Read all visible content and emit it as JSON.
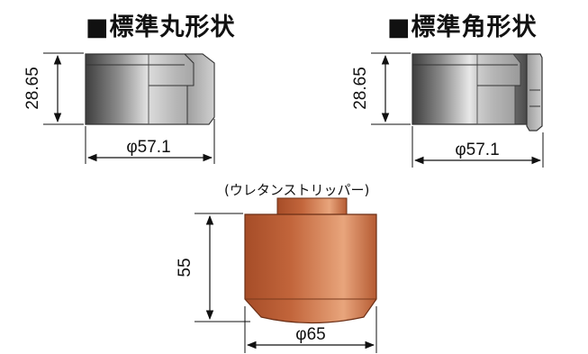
{
  "titles": {
    "standard_round": "■標準丸形状",
    "standard_square": "■標準角形状"
  },
  "round_die": {
    "height_label": "28.65",
    "diameter_label": "φ57.1"
  },
  "square_die": {
    "height_label": "28.65",
    "diameter_label": "φ57.1"
  },
  "urethane_stripper": {
    "label": "(ウレタンストリッパー)",
    "height_label": "55",
    "diameter_label": "φ65"
  },
  "colors": {
    "steel_dark": "#4a4a4a",
    "steel_light": "#e6e6e6",
    "urethane": "#c0643a",
    "urethane_highlight": "#e8a57c",
    "dimension_line": "#111111"
  }
}
